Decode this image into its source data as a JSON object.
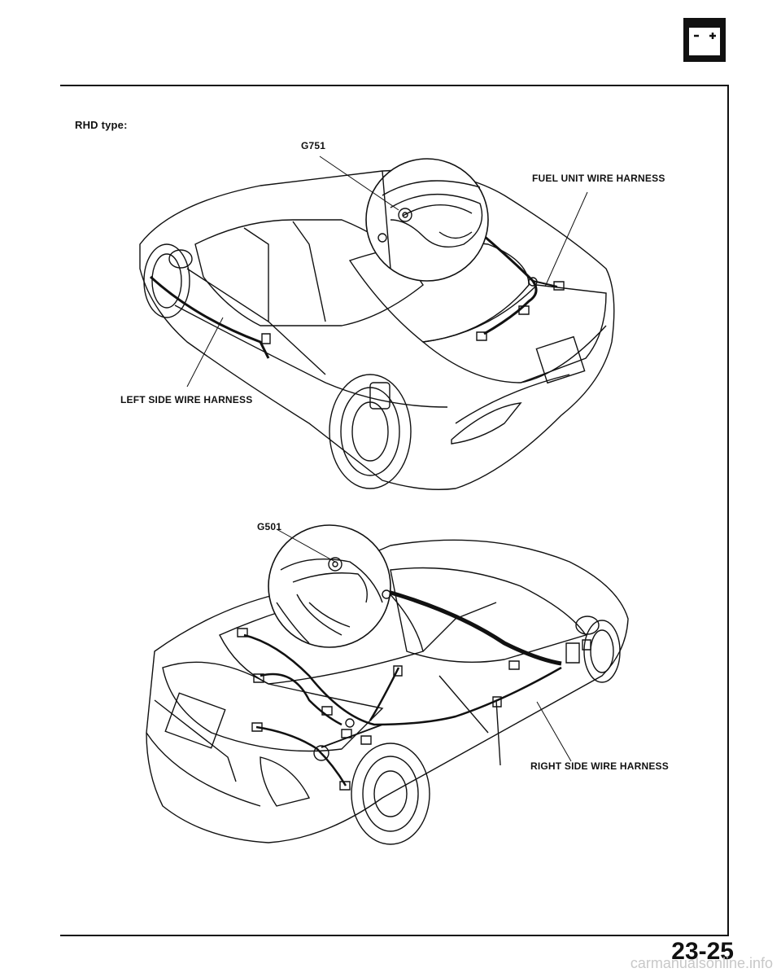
{
  "header": {
    "icon": "battery-icon",
    "section_label": "RHD type:"
  },
  "diagram_top": {
    "ground_label": "G751",
    "callout_harness": "FUEL UNIT WIRE HARNESS",
    "side_harness": "LEFT SIDE WIRE HARNESS"
  },
  "diagram_bottom": {
    "ground_label": "G501",
    "side_harness": "RIGHT SIDE WIRE HARNESS"
  },
  "footer": {
    "page_number": "23-25",
    "watermark": "carmanualsonline.info"
  }
}
